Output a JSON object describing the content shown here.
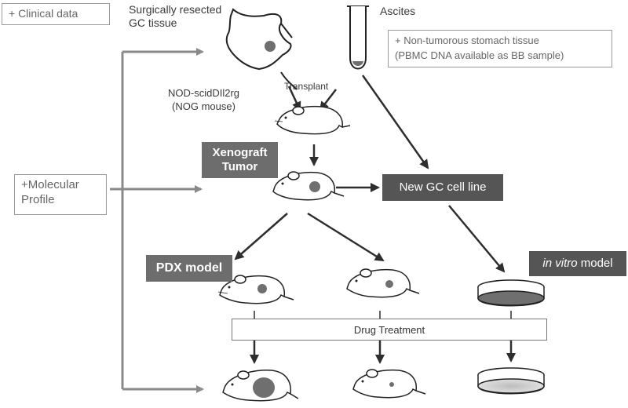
{
  "labels": {
    "clinical_data": "+ Clinical data",
    "tissue": "Surgically resected\nGC tissue",
    "ascites": "Ascites",
    "non_tumorous": "+ Non-tumorous stomach tissue\n(PBMC DNA available as BB sample)",
    "mouse_strain": "NOD-scidDIl2rg\n(NOG mouse)",
    "transplant": "Transplant",
    "xenograft": "Xenograft\nTumor",
    "molecular": "+Molecular\nProfile",
    "new_line": "New GC cell line",
    "pdx": "PDX model",
    "in_vitro_italic": "in vitro",
    "in_vitro_rest": " model",
    "drug": "Drug Treatment"
  },
  "colors": {
    "gray_arrow": "#8a8a8a",
    "dark_arrow": "#2e2e2e",
    "dark_box": "#6d6d6d",
    "darker_box": "#555555",
    "tumor": "#6f6f6f"
  }
}
